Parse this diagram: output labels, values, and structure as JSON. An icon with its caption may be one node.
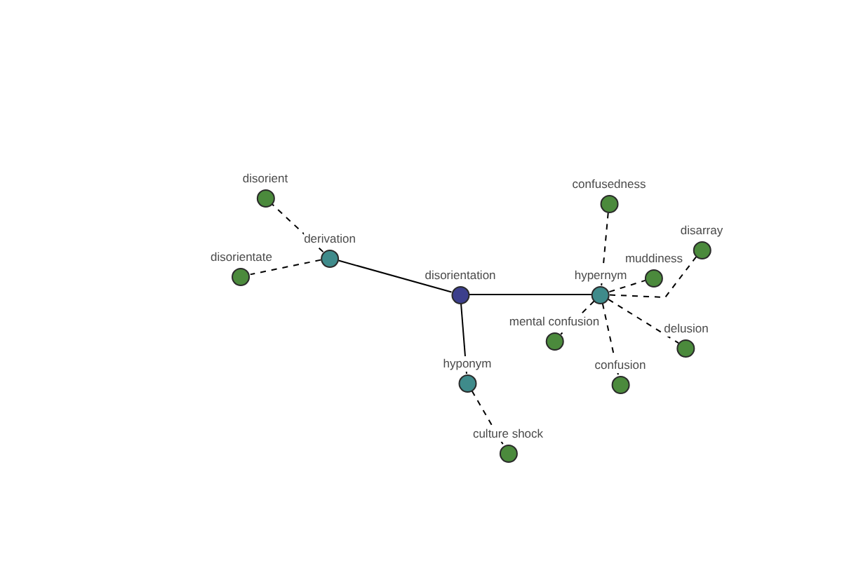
{
  "diagram": {
    "nodes": [
      {
        "text": [
          "disorientation"
        ]
      },
      {
        "text": [
          "derivation"
        ]
      },
      {
        "text": [
          "disorient"
        ]
      },
      {
        "text": [
          "disorientate"
        ]
      },
      {
        "text": [
          "hypernym"
        ]
      },
      {
        "text": [
          "confusedness"
        ]
      },
      {
        "text": [
          "disarray"
        ]
      },
      {
        "text": [
          "muddiness"
        ]
      },
      {
        "text": [
          "mental confusion"
        ]
      },
      {
        "text": [
          "delusion"
        ]
      },
      {
        "text": [
          "confusion"
        ]
      },
      {
        "text": [
          "hyponym"
        ]
      },
      {
        "text": [
          "culture shock"
        ]
      }
    ],
    "edges": [
      {
        "from": 0,
        "to": 1,
        "arrow": "none"
      },
      {
        "from": 0,
        "to": 4,
        "arrow": "none"
      },
      {
        "from": 0,
        "to": 11,
        "arrow": "none"
      },
      {
        "from": 1,
        "to": 2,
        "arrow": "none",
        "style": "dashed"
      },
      {
        "from": 1,
        "to": 3,
        "arrow": "none",
        "style": "dashed"
      },
      {
        "from": 4,
        "to": 5,
        "arrow": "none",
        "style": "dashed"
      },
      {
        "from": 4,
        "to": 6,
        "arrow": "none",
        "style": "dashed"
      },
      {
        "from": 4,
        "to": 7,
        "arrow": "none",
        "style": "dashed"
      },
      {
        "from": 4,
        "to": 8,
        "arrow": "none",
        "style": "dashed"
      },
      {
        "from": 4,
        "to": 9,
        "arrow": "none",
        "style": "dashed"
      },
      {
        "from": 4,
        "to": 10,
        "arrow": "none",
        "style": "dashed"
      },
      {
        "from": 11,
        "to": 12,
        "arrow": "none",
        "style": "dashed"
      }
    ]
  }
}
